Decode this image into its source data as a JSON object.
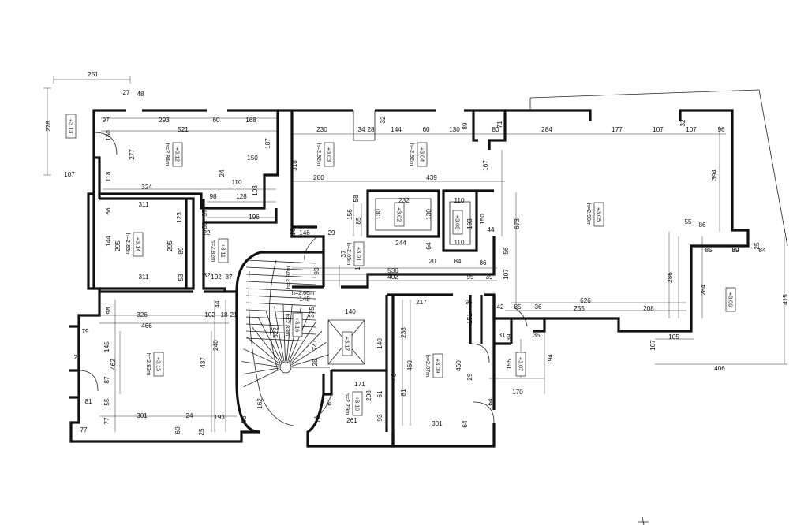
{
  "rooms": [
    {
      "id": "r312",
      "label": "+3.12",
      "height": "h=2.84m"
    },
    {
      "id": "r303",
      "label": "+3.03",
      "height": "h=2.92m"
    },
    {
      "id": "r304",
      "label": "+3.04",
      "height": "h=2.92m"
    },
    {
      "id": "r305",
      "label": "+3.05",
      "height": "h=2.90m"
    },
    {
      "id": "r313",
      "label": "+3.13",
      "height": ""
    },
    {
      "id": "r314",
      "label": "+3.14",
      "height": "h=2.83m"
    },
    {
      "id": "r311",
      "label": "+3.11",
      "height": "h=2.82m"
    },
    {
      "id": "r302",
      "label": "+3.02",
      "height": ""
    },
    {
      "id": "r308",
      "label": "+3.08",
      "height": ""
    },
    {
      "id": "r301",
      "label": "+3.01",
      "height": "h=2.65m"
    },
    {
      "id": "r316",
      "label": "+3.16",
      "height": "h=2.83m"
    },
    {
      "id": "r317",
      "label": "+3.17",
      "height": ""
    },
    {
      "id": "r315",
      "label": "+3.15",
      "height": "h=2.83m"
    },
    {
      "id": "r309",
      "label": "+3.09",
      "height": "h=2.87m"
    },
    {
      "id": "r307",
      "label": "+3.07",
      "height": ""
    },
    {
      "id": "r306",
      "label": "+3.06",
      "height": ""
    },
    {
      "id": "r310",
      "label": "+3.10",
      "height": "h=2.79m"
    }
  ],
  "stair": {
    "h1": "h=2.97m",
    "h2": "h=2.66m"
  },
  "dims": {
    "d251": "251",
    "d27": "27",
    "d48": "48",
    "d278": "278",
    "d97": "97",
    "d293a": "293",
    "d60a": "60",
    "d168": "168",
    "d521": "521",
    "d180": "180",
    "d277": "277",
    "d187": "187",
    "d150": "150",
    "d318": "318",
    "d230": "230",
    "d34": "34",
    "d28": "28",
    "d32": "32",
    "d144": "144",
    "d60b": "60",
    "d130a": "130",
    "d89a": "89",
    "d80": "80",
    "d71": "71",
    "d284a": "284",
    "d177": "177",
    "d107a": "107",
    "d107b": "107",
    "d96": "96",
    "d32b": "32",
    "d107c": "107",
    "d118": "118",
    "d24": "24",
    "d110a": "110",
    "d103": "103",
    "d324": "324",
    "d98a": "98",
    "d128": "128",
    "d280": "280",
    "d439": "439",
    "d167": "167",
    "d673": "673",
    "d394": "394",
    "d311a": "311",
    "d123": "123",
    "d37": "37",
    "d196": "196",
    "d58": "58",
    "d232": "232",
    "d110b": "110",
    "d156": "156",
    "d85a": "85",
    "d130b": "130",
    "d130c": "130",
    "d193": "193",
    "d150b": "150",
    "d44a": "44",
    "d22a": "22",
    "d66": "66",
    "d144b": "144",
    "d295a": "295",
    "d295b": "295",
    "d89b": "89",
    "d86a": "86",
    "d116": "116",
    "d146": "146",
    "d29": "29",
    "d244": "244",
    "d64": "64",
    "d110c": "110",
    "d37b": "37",
    "d56": "56",
    "d55": "55",
    "d86b": "86",
    "d85b": "85",
    "d89c": "89",
    "d25": "25",
    "d84": "84",
    "d86c": "86",
    "d311b": "311",
    "d53": "53",
    "d82": "82",
    "d102a": "102",
    "d37c": "37",
    "d171a": "171",
    "d20": "20",
    "d84b": "84",
    "d536": "536",
    "d107d": "107",
    "d93a": "93",
    "d402": "402",
    "d95a": "95",
    "d39a": "39",
    "d286": "286",
    "d284b": "284",
    "d148": "148",
    "d98b": "98",
    "d326": "326",
    "d102b": "102",
    "d18": "18",
    "d21": "21",
    "d44b": "44",
    "d375": "375",
    "d140a": "140",
    "d217": "217",
    "d95b": "95",
    "d42": "42",
    "d85c": "85",
    "d36": "36",
    "d626": "626",
    "d255": "255",
    "d208": "208",
    "d466": "466",
    "d79": "79",
    "d145": "145",
    "d240": "240",
    "d238": "238",
    "d151": "151",
    "d31": "31",
    "d39b": "39",
    "d35": "35",
    "d105": "105",
    "d107e": "107",
    "d415": "415",
    "d437": "437",
    "d462": "462",
    "d522": "522",
    "d74": "74",
    "d28b": "28",
    "d140b": "140",
    "d460a": "460",
    "d460b": "460",
    "d155": "155",
    "d194": "194",
    "d406": "406",
    "d22b": "22",
    "d87": "87",
    "d48b": "48",
    "d81a": "81",
    "d55b": "55",
    "d81b": "81",
    "d171b": "171",
    "d61": "61",
    "d208b": "208",
    "d93b": "93",
    "d170": "170",
    "d162": "162",
    "d29b": "29",
    "d24b": "24",
    "d193b": "193",
    "d96b": "96",
    "d76": "76",
    "d261": "261",
    "d301a": "301",
    "d301b": "301",
    "d64b": "64",
    "d64c": "64",
    "d77a": "77",
    "d77b": "77",
    "d25b": "25",
    "d61b": "61",
    "d60c": "60",
    "d89d": "89"
  }
}
